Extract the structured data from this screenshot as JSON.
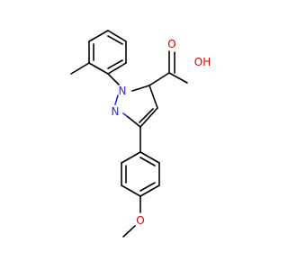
{
  "molecule": {
    "atoms": [
      {
        "key": "n1",
        "symbol": "N",
        "color": "#2b2bdc"
      },
      {
        "key": "n2",
        "symbol": "N",
        "color": "#2b2bdc"
      },
      {
        "key": "o_carbonyl",
        "symbol": "O",
        "color": "#e00000"
      },
      {
        "key": "oh",
        "symbol": "OH",
        "color": "#e00000"
      },
      {
        "key": "o_methoxy",
        "symbol": "O",
        "color": "#e00000"
      }
    ]
  }
}
